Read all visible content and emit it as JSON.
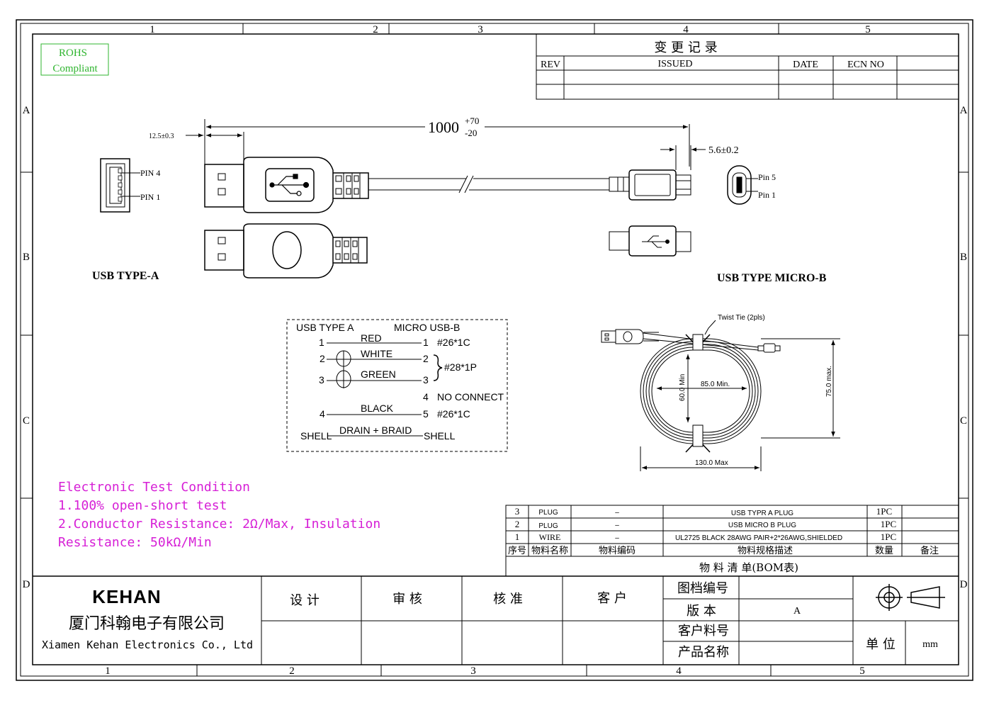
{
  "zones": {
    "columns_top": [
      "1",
      "2",
      "3",
      "4",
      "5"
    ],
    "columns_bottom": [
      "1",
      "2",
      "3",
      "4",
      "5"
    ],
    "rows": [
      "A",
      "B",
      "C",
      "D"
    ]
  },
  "rohs": {
    "line1": "ROHS",
    "line2": "Compliant"
  },
  "revision_table": {
    "title": "变 更 记 录",
    "headers": {
      "rev": "REV",
      "issued": "ISSUED",
      "date": "DATE",
      "ecn": "ECN NO"
    }
  },
  "dimensions": {
    "length_main": "1000",
    "length_upper_tol": "+70",
    "length_lower_tol": "-20",
    "plug_a_dim": "12.5±0.3",
    "micro_dim": "5.6±0.2"
  },
  "pin_labels": {
    "a_pin4": "PIN 4",
    "a_pin1": "PIN 1",
    "b_pin5": "Pin 5",
    "b_pin1": "Pin 1"
  },
  "titles": {
    "type_a": "USB TYPE-A",
    "micro_b": "USB TYPE MICRO-B"
  },
  "wiring": {
    "header_left": "USB TYPE A",
    "header_right": "MICRO USB-B",
    "rows": [
      {
        "left": "1",
        "wire": "RED",
        "right": "1",
        "spec": "#26*1C"
      },
      {
        "left": "2",
        "wire": "WHITE",
        "right": "2",
        "spec": ""
      },
      {
        "left": "3",
        "wire": "GREEN",
        "right": "3",
        "spec": ""
      },
      {
        "left": "",
        "wire": "",
        "right": "4",
        "spec": "NO CONNECT"
      },
      {
        "left": "4",
        "wire": "BLACK",
        "right": "5",
        "spec": "#26*1C"
      },
      {
        "left": "SHELL",
        "wire": "DRAIN + BRAID",
        "right": "SHELL",
        "spec": ""
      }
    ],
    "pair_spec": "#28*1P"
  },
  "coil": {
    "twist_tie": "Twist Tie (2pls)",
    "inner_height": "60.0 Min",
    "inner_width": "85.0 Min.",
    "outer_height": "75.0 max.",
    "outer_width": "130.0  Max"
  },
  "test_condition": {
    "title": "Electronic Test Condition",
    "line1": "1.100% open-short test",
    "line2": "2.Conductor Resistance: 2Ω/Max, Insulation",
    "line3": "Resistance: 50kΩ/Min"
  },
  "bom": {
    "rows": [
      {
        "no": "3",
        "name": "PLUG",
        "code": "–",
        "spec": "USB TYPR A PLUG",
        "qty": "1PC",
        "note": ""
      },
      {
        "no": "2",
        "name": "PLUG",
        "code": "–",
        "spec": "USB MICRO B PLUG",
        "qty": "1PC",
        "note": ""
      },
      {
        "no": "1",
        "name": "WIRE",
        "code": "–",
        "spec": "UL2725 BLACK 28AWG PAIR+2*26AWG,SHIELDED",
        "qty": "1PC",
        "note": ""
      }
    ],
    "headers": {
      "no": "序号",
      "name": "物料名称",
      "code": "物料编码",
      "spec": "物料规格描述",
      "qty": "数量",
      "note": "备注"
    },
    "title": "物 料 清 单(BOM表)"
  },
  "title_block": {
    "logo": "KEHAN",
    "company_cn": "厦门科翰电子有限公司",
    "company_en": "Xiamen Kehan Electronics Co., Ltd",
    "design": "设 计",
    "review": "审 核",
    "approve": "核 准",
    "customer": "客 户",
    "drawing_no": "图档编号",
    "version_label": "版   本",
    "version": "A",
    "customer_pn": "客户料号",
    "product_name": "产品名称",
    "unit_label": "单 位",
    "unit": "mm"
  },
  "colors": {
    "rohs": "#2fb52f",
    "test_condition": "#d61fd6",
    "logo": "#000000"
  }
}
